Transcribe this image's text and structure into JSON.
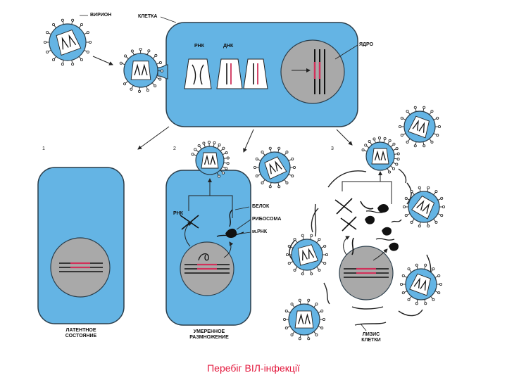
{
  "labels": {
    "virion": "ВИРИОН",
    "cell": "КЛЕТКА",
    "rnk_top": "РНК",
    "dnk": "ДНК",
    "nucleus": "ЯДРО",
    "rnk_mid": "РНК",
    "protein": "БЕЛОК",
    "ribosome": "РИБОСОМА",
    "mrnk": "м.РНК"
  },
  "stages": {
    "s1": {
      "num": "1",
      "caption_line1": "ЛАТЕНТНОЕ",
      "caption_line2": "СОСТОЯНИЕ"
    },
    "s2": {
      "num": "2",
      "caption_line1": "УМЕРЕННОЕ",
      "caption_line2": "РАЗМНОЖЕНИЕ"
    },
    "s3": {
      "num": "3",
      "caption_line1": "ЛИЗИС",
      "caption_line2": "КЛЕТКИ"
    }
  },
  "title": "Перебіг ВІЛ-інфекції",
  "colors": {
    "cell_fill": "#64b4e4",
    "cell_stroke": "#2a3d4a",
    "nucleus_fill": "#a9a9a9",
    "rna_accent": "#d0305a",
    "title": "#e3183d"
  }
}
